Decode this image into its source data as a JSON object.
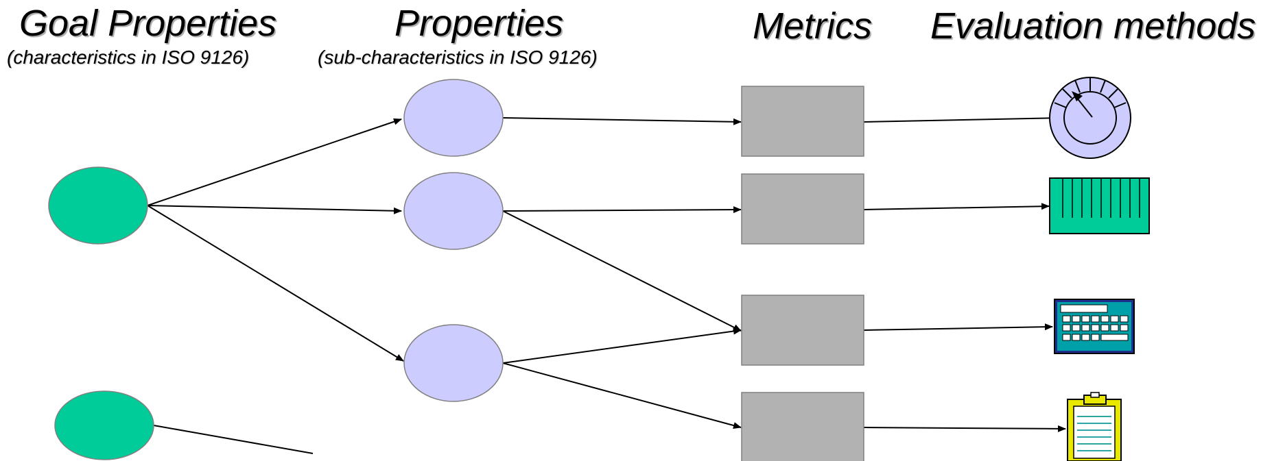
{
  "headings": {
    "goal_properties": {
      "title": "Goal Properties",
      "subtitle": "(characteristics in ISO 9126)"
    },
    "properties": {
      "title": "Properties",
      "subtitle": "(sub-characteristics in ISO 9126)"
    },
    "metrics": {
      "title": "Metrics"
    },
    "evaluation_methods": {
      "title": "Evaluation methods"
    }
  },
  "colors": {
    "goal_node": "#00cc99",
    "property_node": "#ccccff",
    "metric_box": "#b2b2b2",
    "node_stroke": "#808080",
    "edge": "#000000"
  },
  "evaluation_icons": [
    "gauge-icon",
    "table-grid-icon",
    "calculator-icon",
    "clipboard-icon"
  ]
}
